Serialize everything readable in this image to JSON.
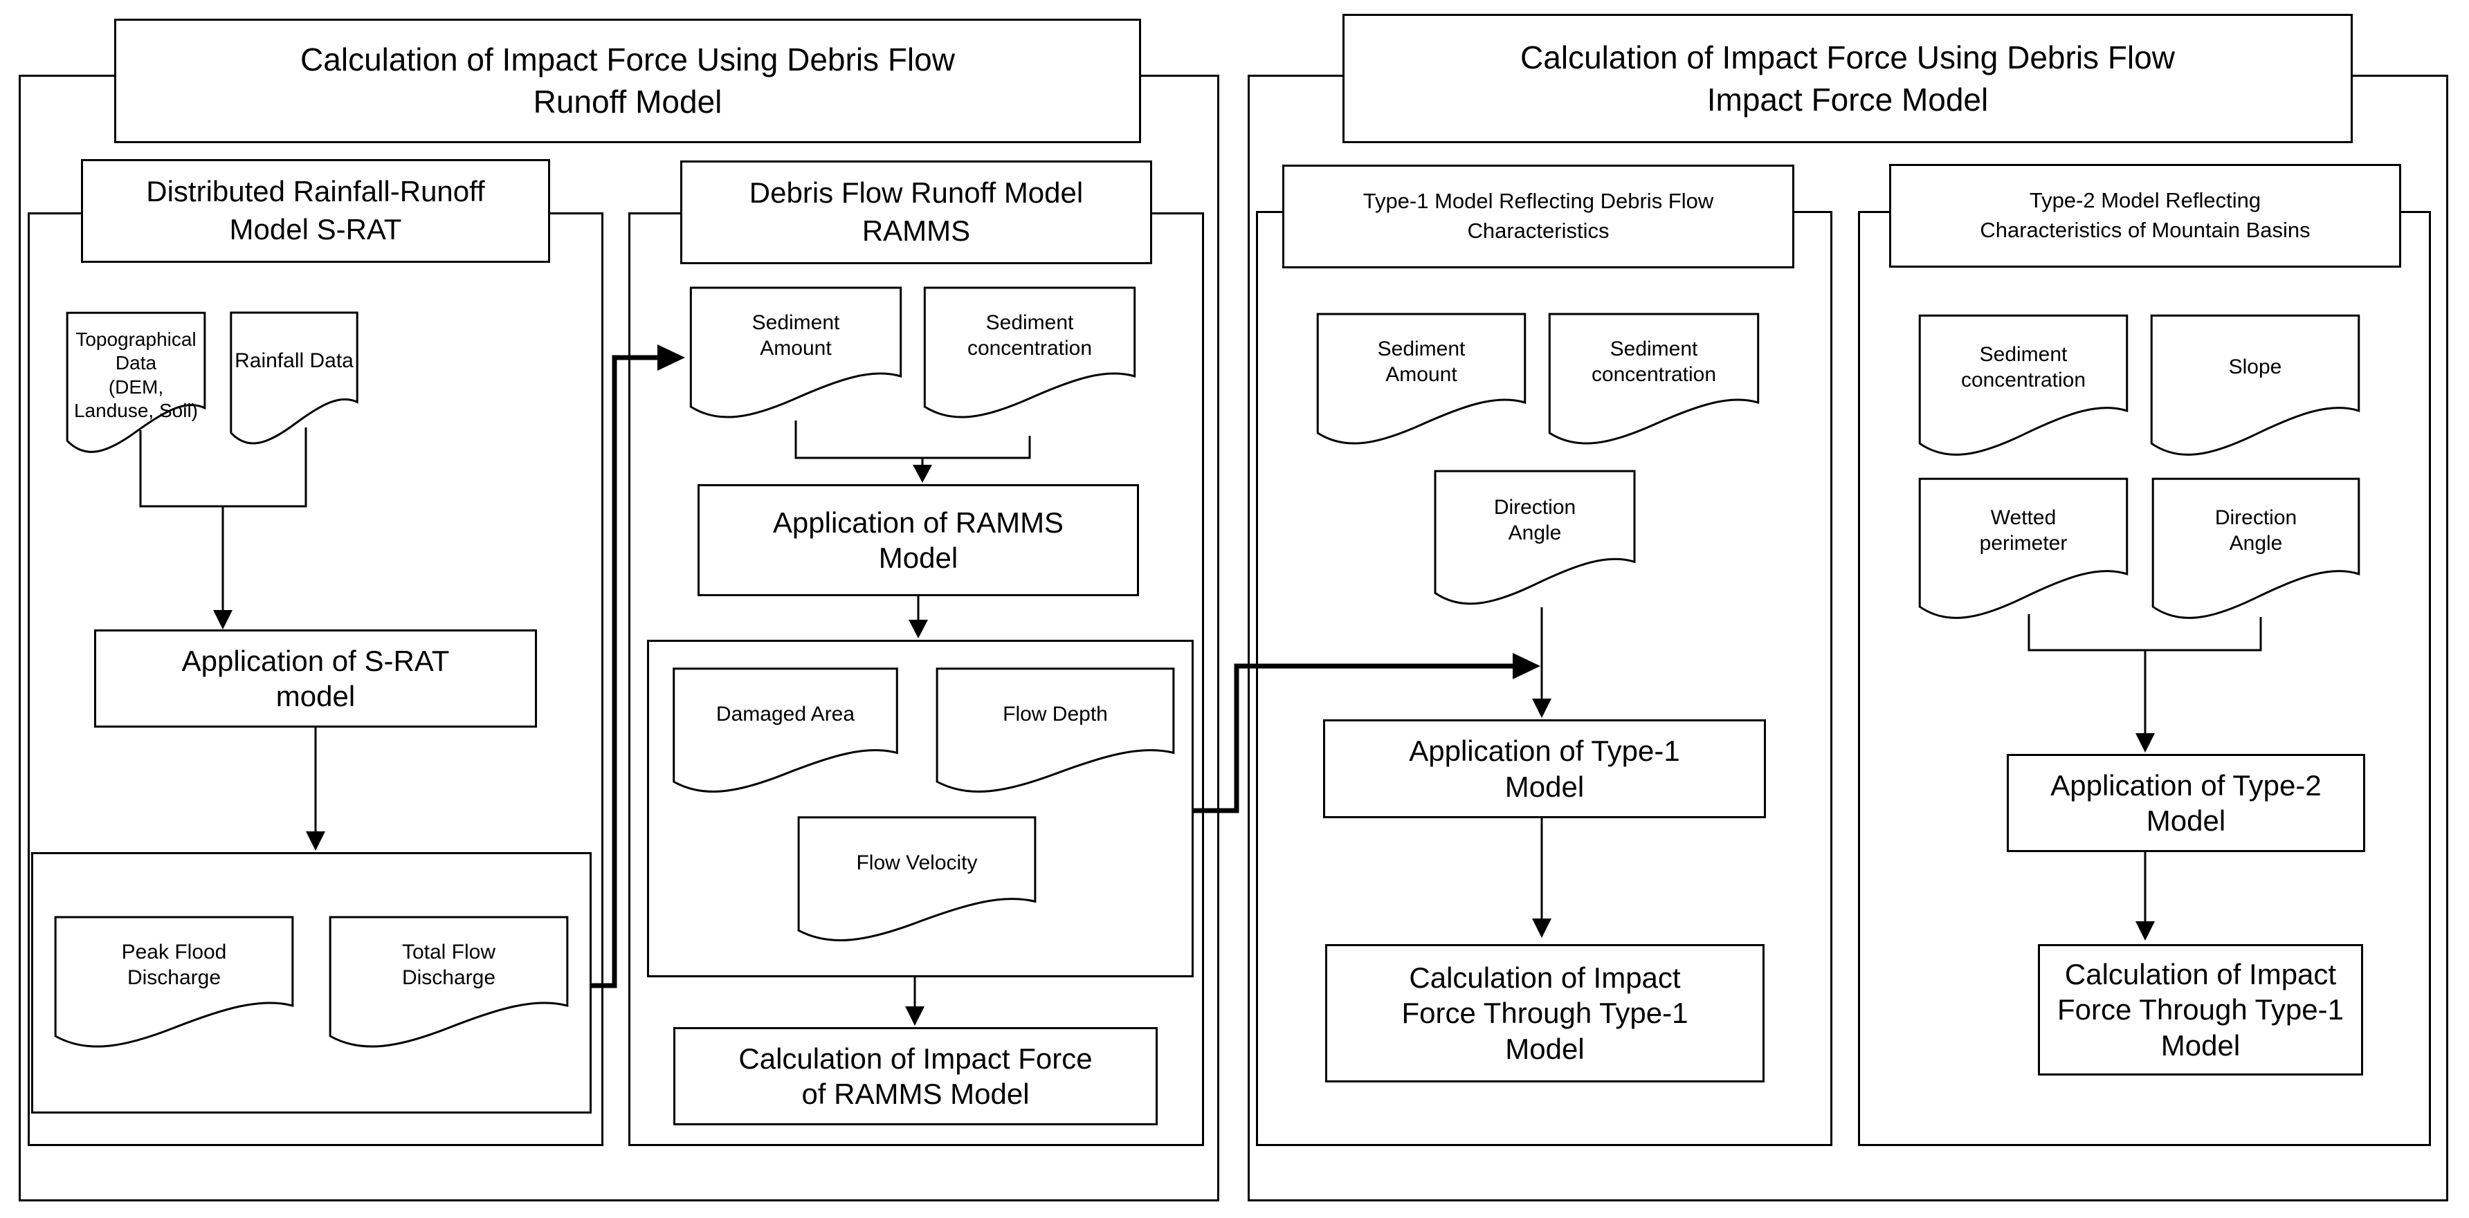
{
  "titles": {
    "left": "Calculation of Impact Force Using Debris Flow\nRunoff Model",
    "right": "Calculation of Impact Force Using Debris Flow\nImpact Force Model"
  },
  "srat": {
    "header": "Distributed Rainfall-Runoff\nModel S-RAT",
    "topographical": "Topographical\nData\n(DEM,\nLanduse, Soil)",
    "rainfall": "Rainfall Data",
    "apply": "Application of S-RAT\nmodel",
    "peak": "Peak Flood\nDischarge",
    "total": "Total Flow\nDischarge"
  },
  "ramms": {
    "header": "Debris Flow Runoff Model\nRAMMS",
    "sediment_amount": "Sediment\nAmount",
    "sediment_concentration": "Sediment\nconcentration",
    "apply": "Application of RAMMS\nModel",
    "damaged_area": "Damaged Area",
    "flow_depth": "Flow Depth",
    "flow_velocity": "Flow Velocity",
    "calc": "Calculation of Impact Force\nof RAMMS Model"
  },
  "type1": {
    "header": "Type-1 Model Reflecting Debris Flow\nCharacteristics",
    "sediment_amount": "Sediment\nAmount",
    "sediment_concentration": "Sediment\nconcentration",
    "direction_angle": "Direction\nAngle",
    "apply": "Application of Type-1\nModel",
    "calc": "Calculation of Impact\nForce Through Type-1\nModel"
  },
  "type2": {
    "header": "Type-2 Model Reflecting\nCharacteristics of Mountain Basins",
    "sediment_concentration": "Sediment\nconcentration",
    "slope": "Slope",
    "wetted_perimeter": "Wetted\nperimeter",
    "direction_angle": "Direction\nAngle",
    "apply": "Application of Type-2\nModel",
    "calc": "Calculation of Impact\nForce Through Type-1\nModel"
  },
  "colors": {
    "line": "#000000",
    "background": "#ffffff"
  }
}
